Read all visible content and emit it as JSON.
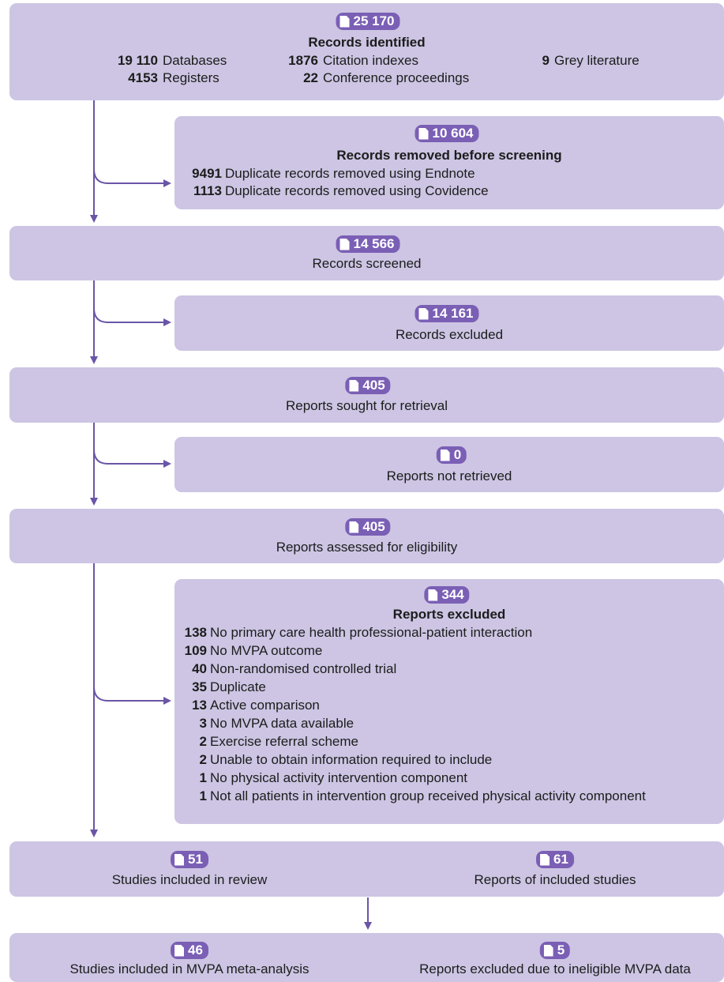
{
  "colors": {
    "box": "#cdc5e3",
    "badge": "#7a5fb5",
    "arrow": "#6a55a6"
  },
  "identified": {
    "count": "25 170",
    "title": "Records identified",
    "col1": [
      {
        "n": "19 110",
        "label": "Databases"
      },
      {
        "n": "4153",
        "label": "Registers"
      }
    ],
    "col2": [
      {
        "n": "1876",
        "label": "Citation indexes"
      },
      {
        "n": "22",
        "label": "Conference proceedings"
      }
    ],
    "col3": [
      {
        "n": "9",
        "label": "Grey literature"
      }
    ]
  },
  "removed": {
    "count": "10 604",
    "title": "Records removed before screening",
    "items": [
      {
        "n": "9491",
        "label": "Duplicate records removed using Endnote"
      },
      {
        "n": "1113",
        "label": "Duplicate records removed using Covidence"
      }
    ]
  },
  "screened": {
    "count": "14 566",
    "title": "Records screened"
  },
  "excluded_records": {
    "count": "14 161",
    "title": "Records excluded"
  },
  "sought": {
    "count": "405",
    "title": "Reports sought for retrieval"
  },
  "not_retrieved": {
    "count": "0",
    "title": "Reports not retrieved"
  },
  "assessed": {
    "count": "405",
    "title": "Reports assessed for eligibility"
  },
  "reports_excluded": {
    "count": "344",
    "title": "Reports excluded",
    "items": [
      {
        "n": "138",
        "label": "No primary care health professional-patient interaction"
      },
      {
        "n": "109",
        "label": "No MVPA outcome"
      },
      {
        "n": "40",
        "label": "Non-randomised controlled trial"
      },
      {
        "n": "35",
        "label": "Duplicate"
      },
      {
        "n": "13",
        "label": "Active comparison"
      },
      {
        "n": "3",
        "label": "No MVPA data available"
      },
      {
        "n": "2",
        "label": "Exercise referral scheme"
      },
      {
        "n": "2",
        "label": "Unable to obtain information required to include"
      },
      {
        "n": "1",
        "label": "No physical activity intervention component"
      },
      {
        "n": "1",
        "label": "Not all patients in intervention group received physical activity component"
      }
    ]
  },
  "included": {
    "left": {
      "count": "51",
      "title": "Studies included in review"
    },
    "right": {
      "count": "61",
      "title": "Reports of included studies"
    }
  },
  "final": {
    "left": {
      "count": "46",
      "title": "Studies included in MVPA meta-analysis"
    },
    "right": {
      "count": "5",
      "title": "Reports excluded due to ineligible MVPA data"
    }
  }
}
